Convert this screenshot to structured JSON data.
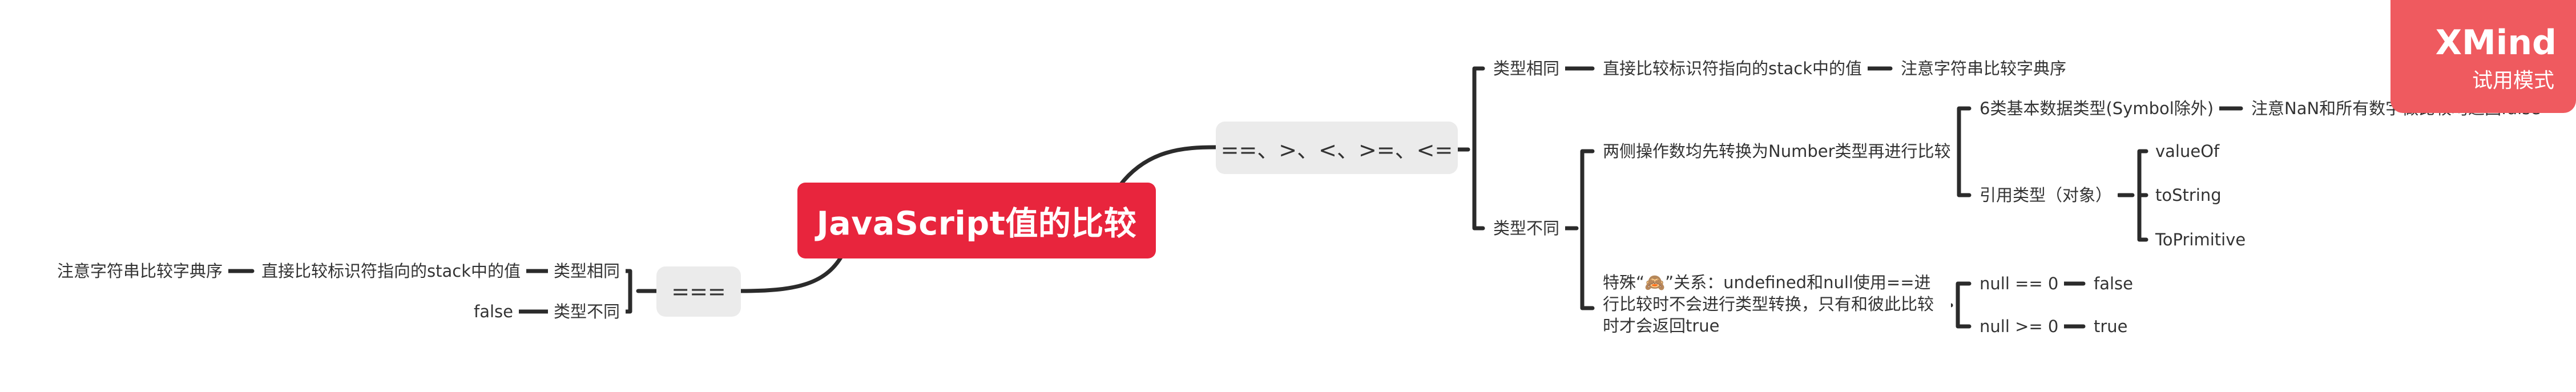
{
  "central_topic": "JavaScript值的比较",
  "branches": {
    "loose": {
      "label": "==、>、<、>=、<=",
      "same_type": {
        "label": "类型相同",
        "rule": "直接比较标识符指向的stack中的值",
        "note": "注意字符串比较字典序"
      },
      "diff_type": {
        "label": "类型不同",
        "convert": {
          "label": "两侧操作数均先转换为Number类型再进行比较",
          "primitive": {
            "label": "6类基本数据类型(Symbol除外)",
            "note": "注意NaN和所有数字做比较均返回false"
          },
          "reference": {
            "label": "引用类型（对象）",
            "methods": [
              "valueOf",
              "toString",
              "ToPrimitive"
            ]
          }
        },
        "special": {
          "label": "特殊“🙈”关系：undefined和null使用==进行比较时不会进行类型转换，只有和彼此比较时才会返回true",
          "cases": [
            {
              "expr": "null == 0",
              "result": "false"
            },
            {
              "expr": "null >= 0",
              "result": "true"
            }
          ]
        }
      }
    },
    "strict": {
      "label": "===",
      "same_type": {
        "label": "类型相同",
        "rule": "直接比较标识符指向的stack中的值",
        "note": "注意字符串比较字典序"
      },
      "diff_type": {
        "label": "类型不同",
        "result": "false"
      }
    }
  },
  "watermark": {
    "logo": "XMind",
    "mode": "试用模式"
  },
  "colors": {
    "central": "#e8253d",
    "connector": "#2b2b2b",
    "main_topic_bg": "#ebebeb",
    "watermark": "#ef5a5f"
  }
}
